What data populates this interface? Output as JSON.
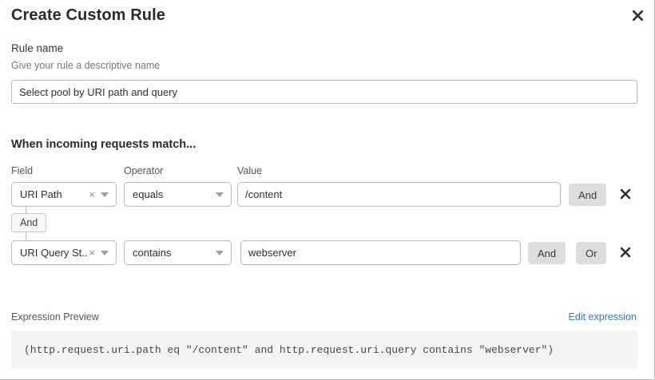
{
  "dialog": {
    "title": "Create Custom Rule",
    "close_label": "close-icon"
  },
  "rule_name": {
    "label": "Rule name",
    "description": "Give your rule a descriptive name",
    "value": "Select pool by URI path and query",
    "placeholder": "Select pool by URI path and query"
  },
  "conditions": {
    "heading": "When incoming requests match...",
    "columns": {
      "field": "Field",
      "operator": "Operator",
      "value": "Value"
    },
    "connector": {
      "label": "And"
    },
    "rows": [
      {
        "field": "URI Path",
        "field_clear_icon": "×",
        "operator": "equals",
        "value": "/content",
        "value_placeholder": "/content",
        "buttons": [
          "And"
        ],
        "delete_label": "Remove condition"
      },
      {
        "field": "URI Query St...",
        "field_clear_icon": "×",
        "operator": "contains",
        "value": "webserver",
        "value_placeholder": "webserver",
        "buttons": [
          "And",
          "Or"
        ],
        "delete_label": "Remove condition"
      }
    ]
  },
  "expression_preview": {
    "label": "Expression Preview",
    "edit_link": "Edit expression",
    "expression": "(http.request.uri.path eq \"/content\" and http.request.uri.query contains \"webserver\")"
  },
  "colors": {
    "link": "#2f7eb5",
    "button_bg": "#dcdddf",
    "border": "#b7babd",
    "code_bg": "#f4f4f4"
  }
}
